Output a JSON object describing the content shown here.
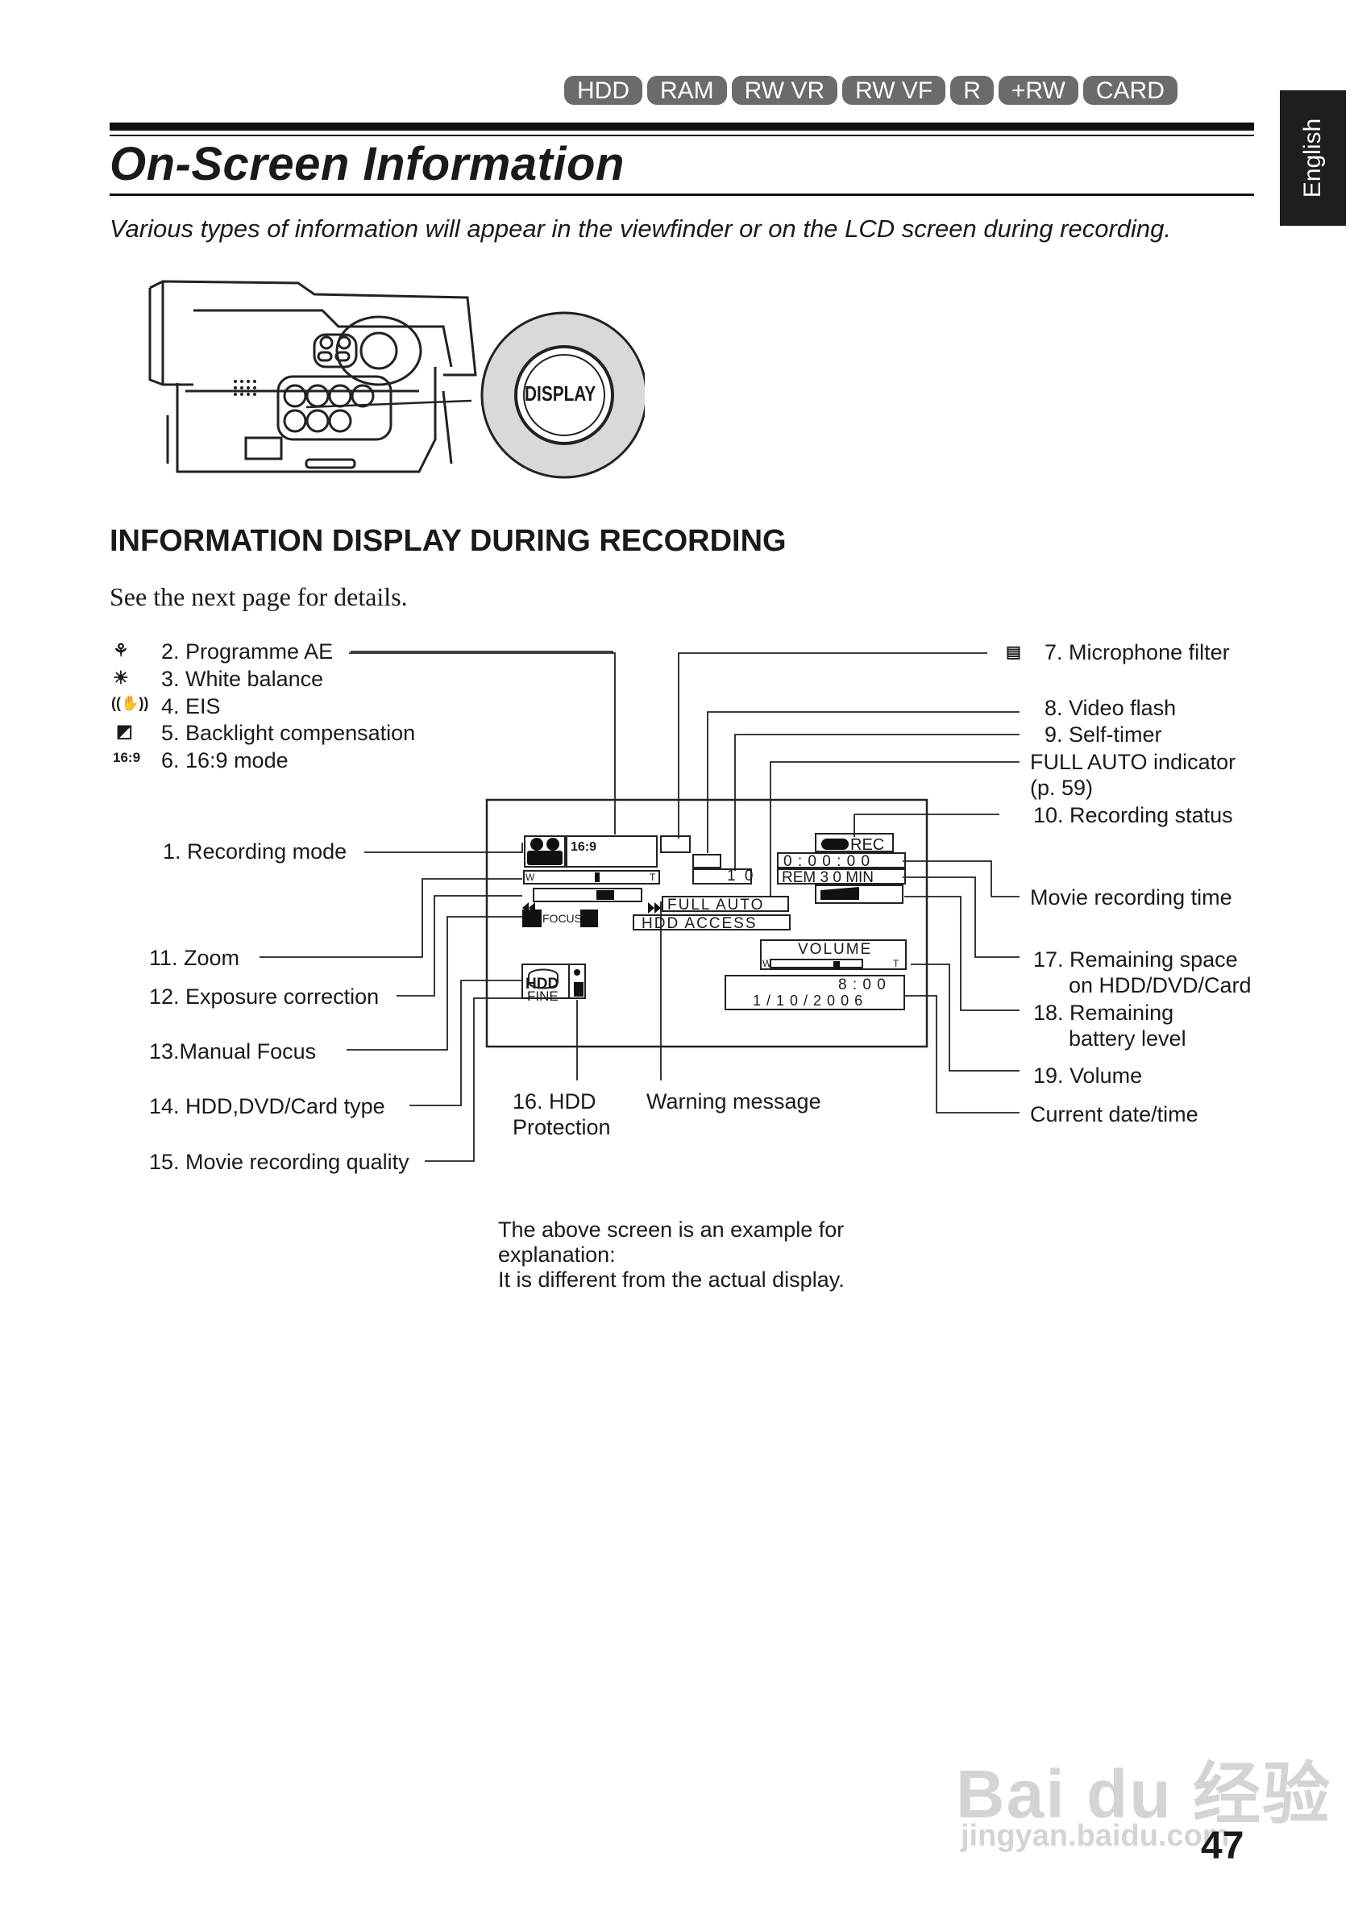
{
  "media_tabs": [
    "HDD",
    "RAM",
    "RW VR",
    "RW VF",
    "R",
    "+RW",
    "CARD"
  ],
  "language_tab": "English",
  "title": "On-Screen Information",
  "intro": "Various types of information will appear in the viewfinder or on the LCD screen during recording.",
  "display_button": "DISPLAY",
  "section_heading": "INFORMATION DISPLAY DURING RECORDING",
  "see_next": "See the next page for details.",
  "legend": [
    {
      "icon": "programme-ae-icon",
      "label": "2. Programme AE"
    },
    {
      "icon": "white-balance-icon",
      "label": "3. White balance"
    },
    {
      "icon": "eis-icon",
      "label": "4. EIS"
    },
    {
      "icon": "backlight-icon",
      "label": "5. Backlight compensation"
    },
    {
      "icon": "16-9-mode-icon",
      "label": "6. 16:9 mode"
    }
  ],
  "left_labels": {
    "recording_mode": "1. Recording mode",
    "zoom": "11. Zoom",
    "exposure": "12. Exposure correction",
    "manual_focus": "13.Manual Focus",
    "media_type": "14. HDD,DVD/Card type",
    "quality": "15. Movie recording quality"
  },
  "bottom_labels": {
    "hdd_protection_1": "16. HDD",
    "hdd_protection_2": "Protection",
    "warning": "Warning message"
  },
  "right_labels": {
    "mic_filter": "7. Microphone filter",
    "video_flash": "8. Video flash",
    "self_timer": "9. Self-timer",
    "full_auto_1": "FULL AUTO indicator",
    "full_auto_2": "(p. 59)",
    "rec_status": "10. Recording status",
    "movie_time": "Movie recording time",
    "remaining_1": "17. Remaining space",
    "remaining_2": "on HDD/DVD/Card",
    "battery_1": "18. Remaining",
    "battery_2": "battery level",
    "volume": "19. Volume",
    "datetime": "Current date/time"
  },
  "screen": {
    "rec": "REC",
    "time": "0 : 0 0 : 0 0",
    "remaining": "REM 3 0 MIN",
    "full_auto": "FULL AUTO",
    "hdd_access": "HDD  ACCESS",
    "volume": "VOLUME",
    "clock": "8 : 0 0",
    "date": "1 / 1 0 / 2 0 0 6",
    "timer": "1 0",
    "media": "HDD",
    "quality": "FINE",
    "focus": "FOCUS",
    "ratio": "16:9",
    "zoom_w": "W",
    "zoom_t": "T",
    "vol_w": "W",
    "vol_t": "T"
  },
  "note": [
    "The above screen is an example for",
    "explanation:",
    "It is different from the actual display."
  ],
  "page_number": "47",
  "watermark": {
    "main": "Bai du 经验",
    "url": "jingyan.baidu.com"
  }
}
